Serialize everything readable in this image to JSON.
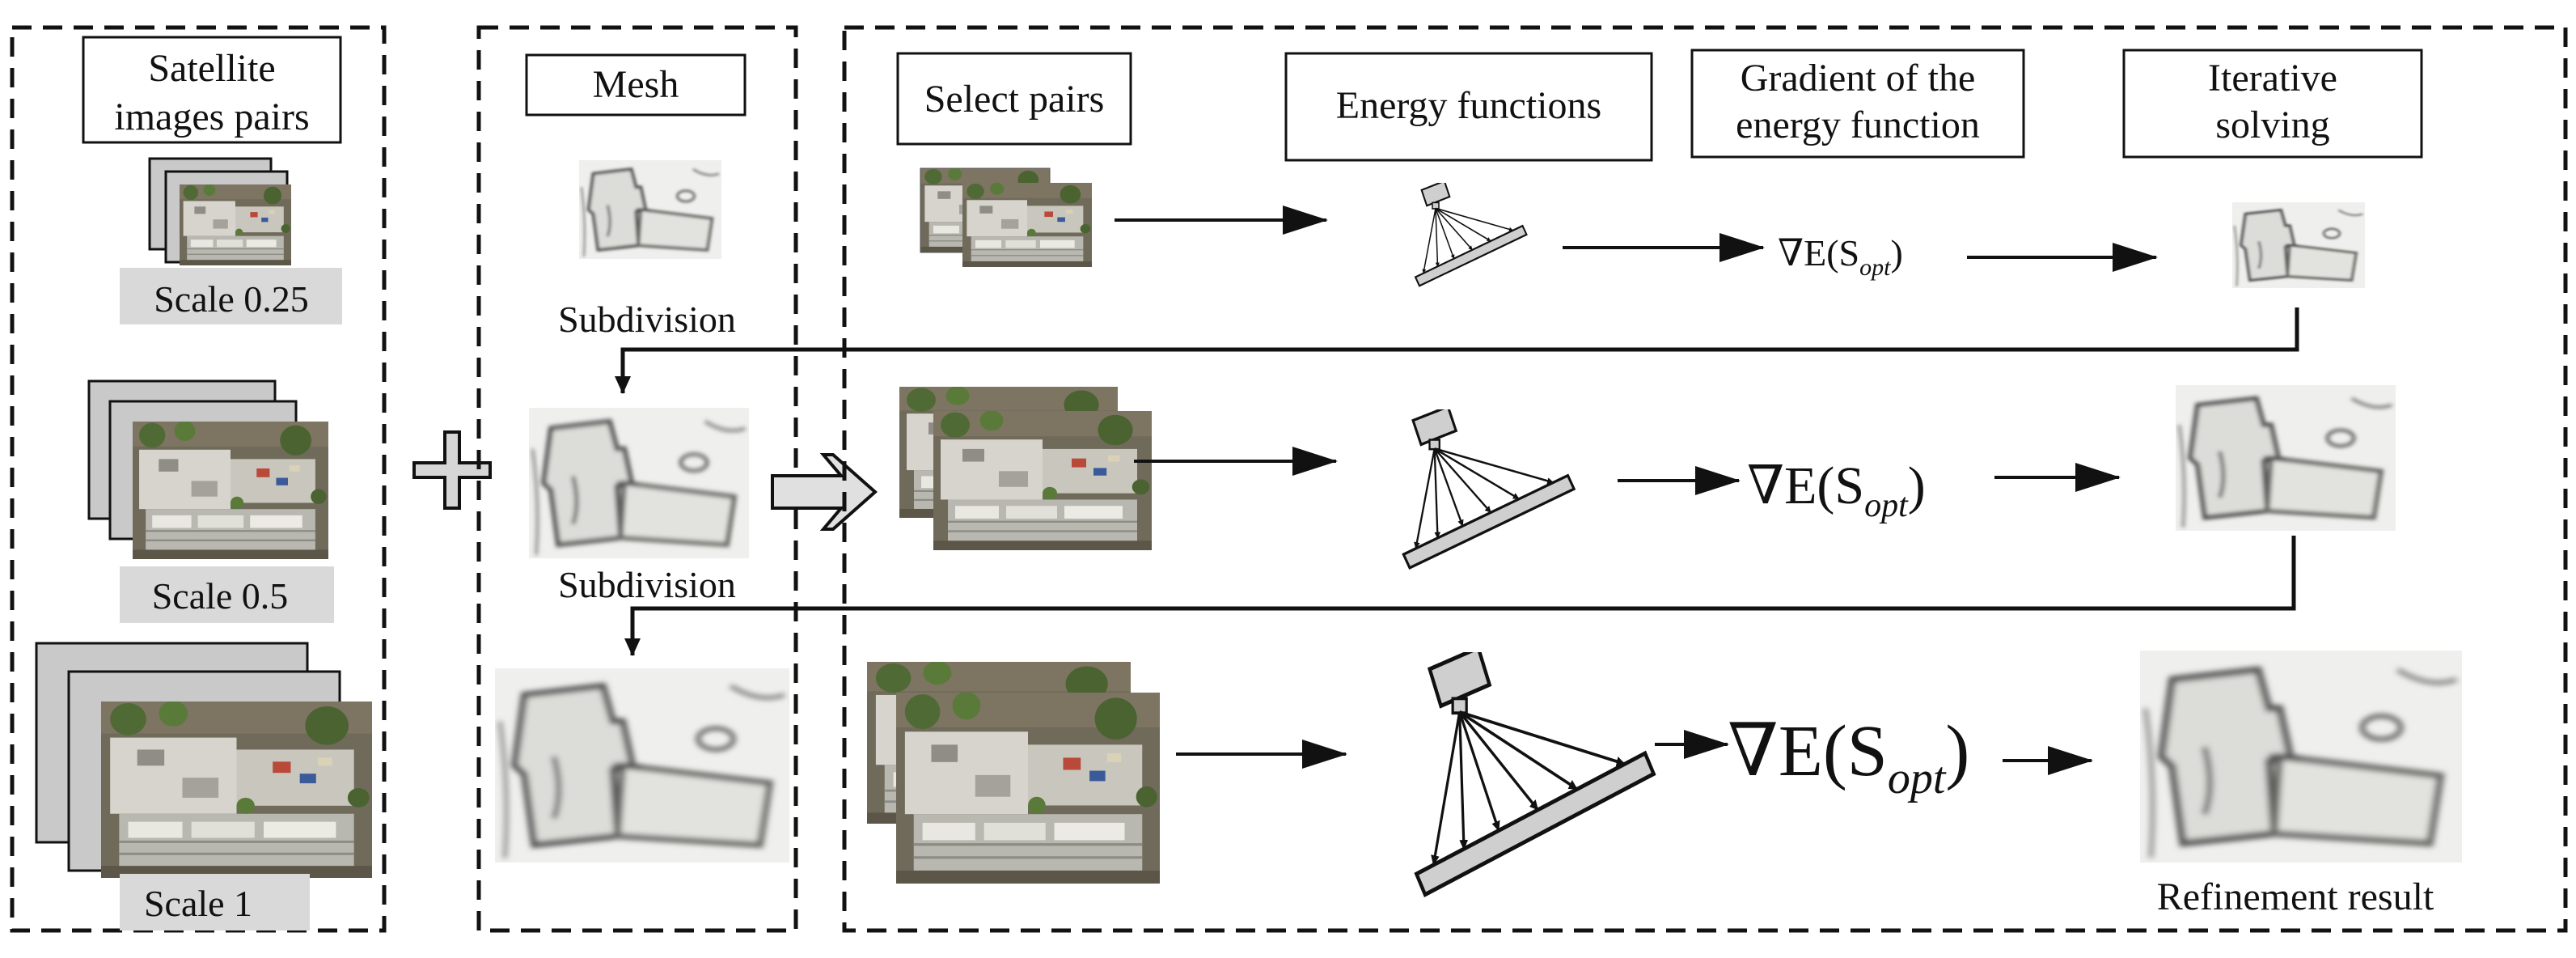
{
  "panels": {
    "input": {
      "title_line1": "Satellite",
      "title_line2": "images pairs",
      "scales": [
        "Scale 0.25",
        "Scale 0.5",
        "Scale 1"
      ]
    },
    "mesh": {
      "title": "Mesh",
      "subdivision_labels": [
        "Subdivision",
        "Subdivision"
      ]
    },
    "pipeline": {
      "col_select": "Select pairs",
      "col_energy": "Energy functions",
      "col_gradient_line1": "Gradient of the",
      "col_gradient_line2": "energy function",
      "col_solve_line1": "Iterative",
      "col_solve_line2": "solving",
      "gradient_symbol": "∇E(S",
      "gradient_subscript": "opt",
      "gradient_close": ")",
      "result_label": "Refinement result"
    }
  },
  "colors": {
    "stroke": "#111111",
    "stack_gray": "#c9c9c9",
    "label_bg": "#d9d9d9",
    "mesh_bg": "#f2f2f2",
    "roof_light": "#d8d8d4",
    "roof_dark": "#9a9a96",
    "tree_green": "#5a7a3a",
    "street_brown": "#7b6a55"
  },
  "symbols": {
    "plus": "plus-icon",
    "flow": "hollow-right-arrow-icon",
    "camera": "camera-icon"
  }
}
